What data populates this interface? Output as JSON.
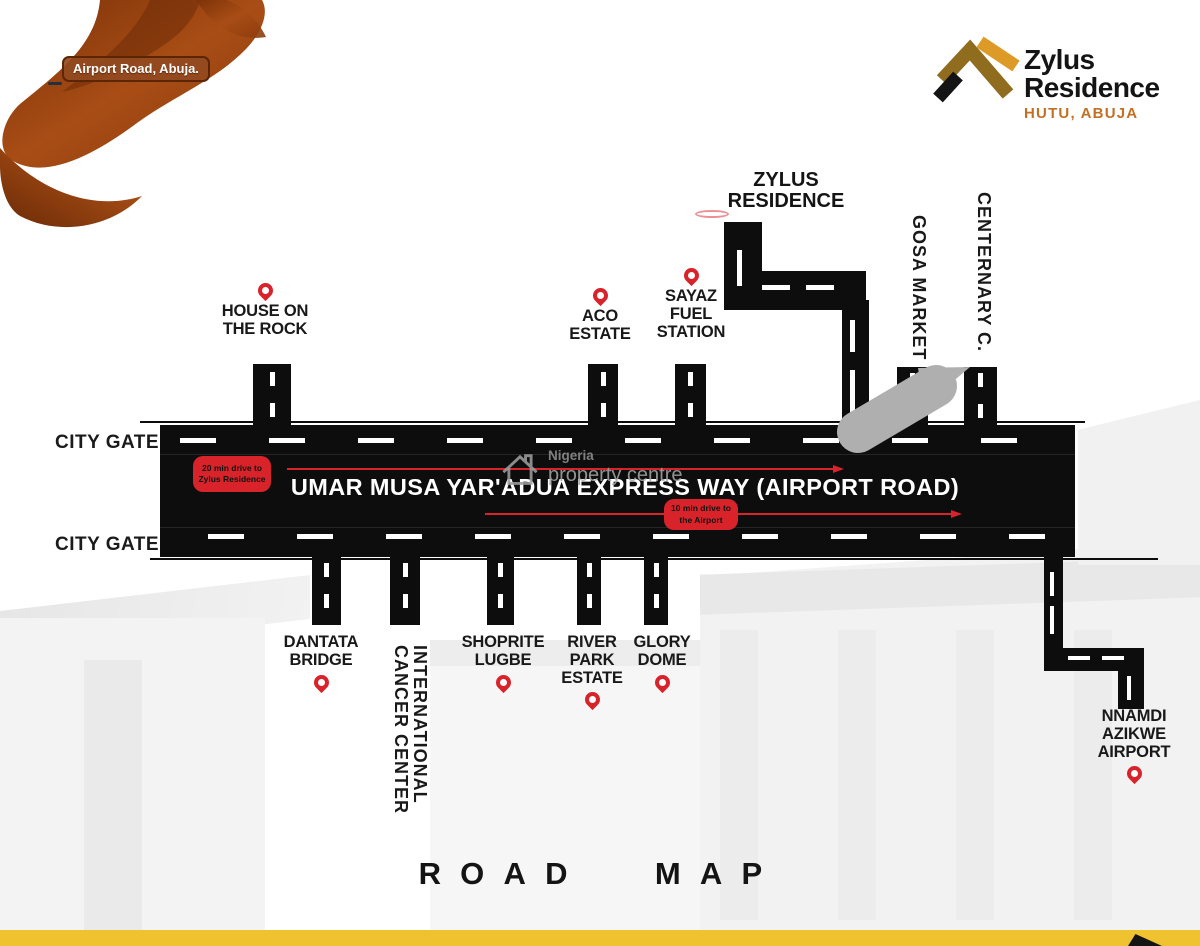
{
  "header": {
    "location_pin_label": "Airport Road, Abuja.",
    "logo": {
      "name_line1": "Zylus",
      "name_line2": "Residence",
      "subtitle": "HUTU, ABUJA"
    }
  },
  "destination": {
    "label": "ZYLUS\nRESIDENCE"
  },
  "highway": {
    "name": "UMAR MUSA YAR'ADUA EXPRESS WAY (AIRPORT ROAD)",
    "city_gate_top": "CITY GATE",
    "city_gate_bottom": "CITY GATE",
    "badge_to_residence": "20 min drive to\nZylus Residence",
    "badge_to_airport": "10 min drive to\nthe Airport"
  },
  "landmarks": {
    "north": [
      {
        "name": "HOUSE ON\nTHE ROCK"
      },
      {
        "name": "ACO\nESTATE"
      },
      {
        "name": "SAYAZ\nFUEL\nSTATION"
      },
      {
        "name": "GOSA MARKET"
      },
      {
        "name": "CENTERNARY C."
      }
    ],
    "south": [
      {
        "name": "DANTATA\nBRIDGE"
      },
      {
        "name": "INTERNATIONAL\nCANCER CENTER"
      },
      {
        "name": "SHOPRITE\nLUGBE"
      },
      {
        "name": "RIVER\nPARK\nESTATE"
      },
      {
        "name": "GLORY\nDOME"
      },
      {
        "name": "NNAMDI\nAZIKWE\nAIRPORT"
      }
    ]
  },
  "watermark": {
    "line1": "Nigeria",
    "line2": "property centre"
  },
  "footer": {
    "title": "ROAD MAP"
  },
  "colors": {
    "accent_red": "#D8232B",
    "road_black": "#0D0D0D",
    "footer_yellow": "#EFC22F",
    "ribbon_brown": "#9A4612",
    "logo_bronze": "#8F6C1E",
    "logo_gold": "#DD9A27",
    "logo_subtitle_orange": "#C36F24",
    "location_pin_blue": "#1C3E9C"
  }
}
